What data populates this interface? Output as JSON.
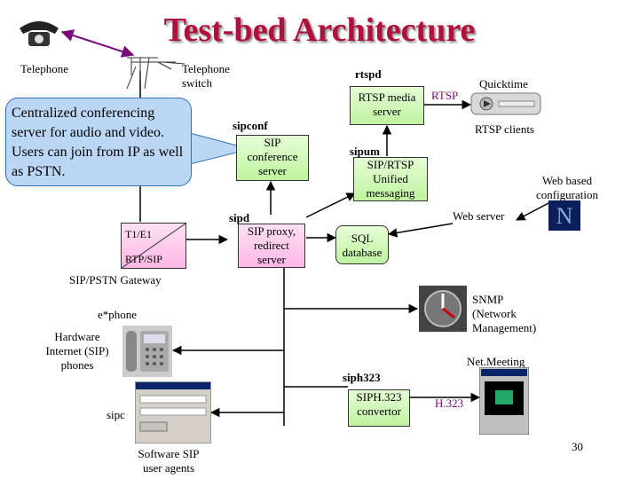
{
  "title": "Test-bed Architecture",
  "labels": {
    "telephone": "Telephone",
    "telephone_switch": "Telephone\nswitch",
    "rtspd": "rtspd",
    "rtsp_media": "RTSP media\nserver",
    "rtsp": "RTSP",
    "quicktime": "Quicktime",
    "rtsp_clients": "RTSP clients",
    "callout": "Centralized conferencing server for audio and video. Users can join from IP as well as PSTN.",
    "sipconf": "sipconf",
    "sip_conf_server": "SIP\nconference\nserver",
    "sipum": "sipum",
    "sip_rtsp_um": "SIP/RTSP\nUnified\nmessaging",
    "web_config": "Web based\nconfiguration",
    "web_server": "Web server",
    "sipd": "sipd",
    "sip_proxy": "SIP proxy,\nredirect\nserver",
    "t1e1": "T1/E1",
    "rtp_sip": "RTP/SIP",
    "sip_pstn_gateway": "SIP/PSTN Gateway",
    "sql_database": "SQL\ndatabase",
    "snmp": "SNMP\n(Network\nManagement)",
    "ephone": "e*phone",
    "hw_phones": "Hardware\nInternet (SIP)\nphones",
    "netmeeting": "Net.Meeting",
    "siph323": "siph323",
    "siph323_conv": "SIPH.323\nconvertor",
    "h323": "H.323",
    "sipc": "sipc",
    "sw_agents": "Software SIP\nuser agents",
    "page_number": "30"
  },
  "icons": {
    "telephone": "telephone-icon",
    "switch": "telephone-switch-icon",
    "quicktime": "quicktime-player-icon",
    "netscape": "netscape-browser-icon",
    "gauge": "snmp-gauge-icon",
    "ip_phone": "ip-phone-icon",
    "netmeeting": "netmeeting-window-icon",
    "sipc": "sipc-window-icon"
  },
  "colors": {
    "title": "#b0103a",
    "arrow": "#7a0a7a",
    "callout": "#bcd6f5",
    "green_box": "#c6f5aa",
    "pink_box": "#ffc0ea"
  }
}
